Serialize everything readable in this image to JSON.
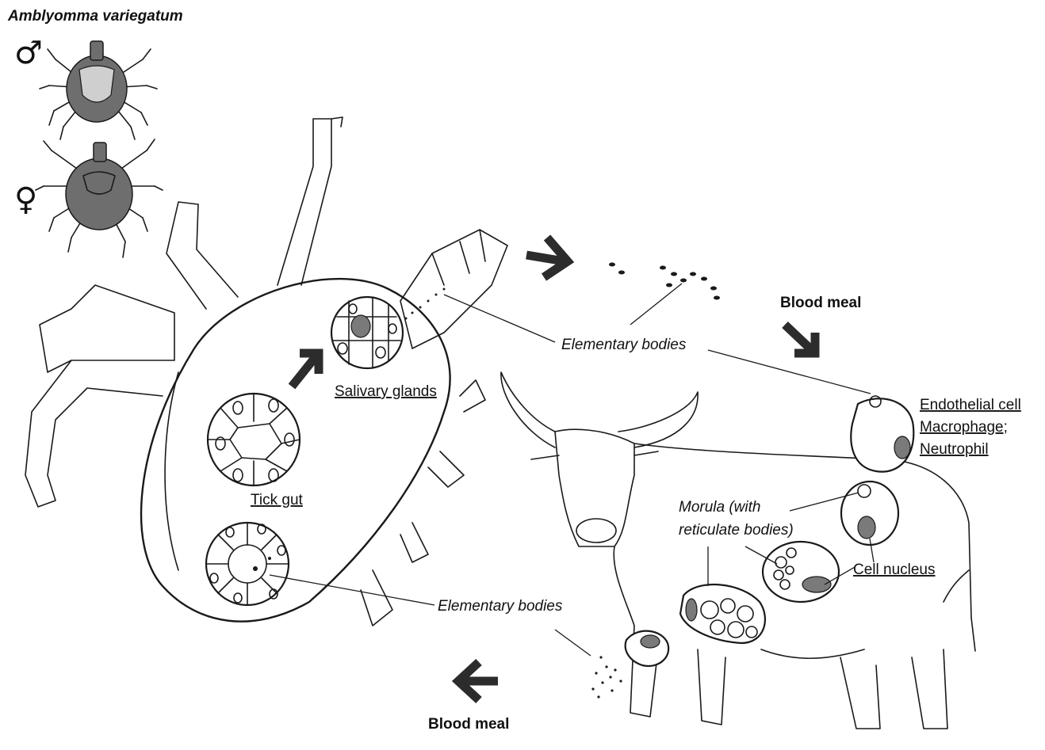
{
  "species": {
    "name": "Amblyomma variegatum",
    "male_symbol": "♂",
    "female_symbol": "♀"
  },
  "labels": {
    "salivary_glands": "Salivary glands",
    "tick_gut": "Tick gut",
    "elementary_bodies_top": "Elementary bodies",
    "elementary_bodies_bottom": "Elementary bodies",
    "blood_meal_top": "Blood meal",
    "blood_meal_bottom": "Blood meal",
    "host_cell_line1": "Endothelial cell",
    "host_cell_line2": "Macrophage;",
    "host_cell_line3": "Neutrophil",
    "morula_line1": "Morula (with",
    "morula_line2": "reticulate bodies)",
    "cell_nucleus": "Cell nucleus"
  },
  "colors": {
    "ink": "#1a1a1a",
    "arrow": "#2c2c2c",
    "nucleus_fill": "#7a7a7a",
    "tick_female_fill": "#6e6e6e",
    "tick_male_ornament": "#cfcfcf"
  }
}
